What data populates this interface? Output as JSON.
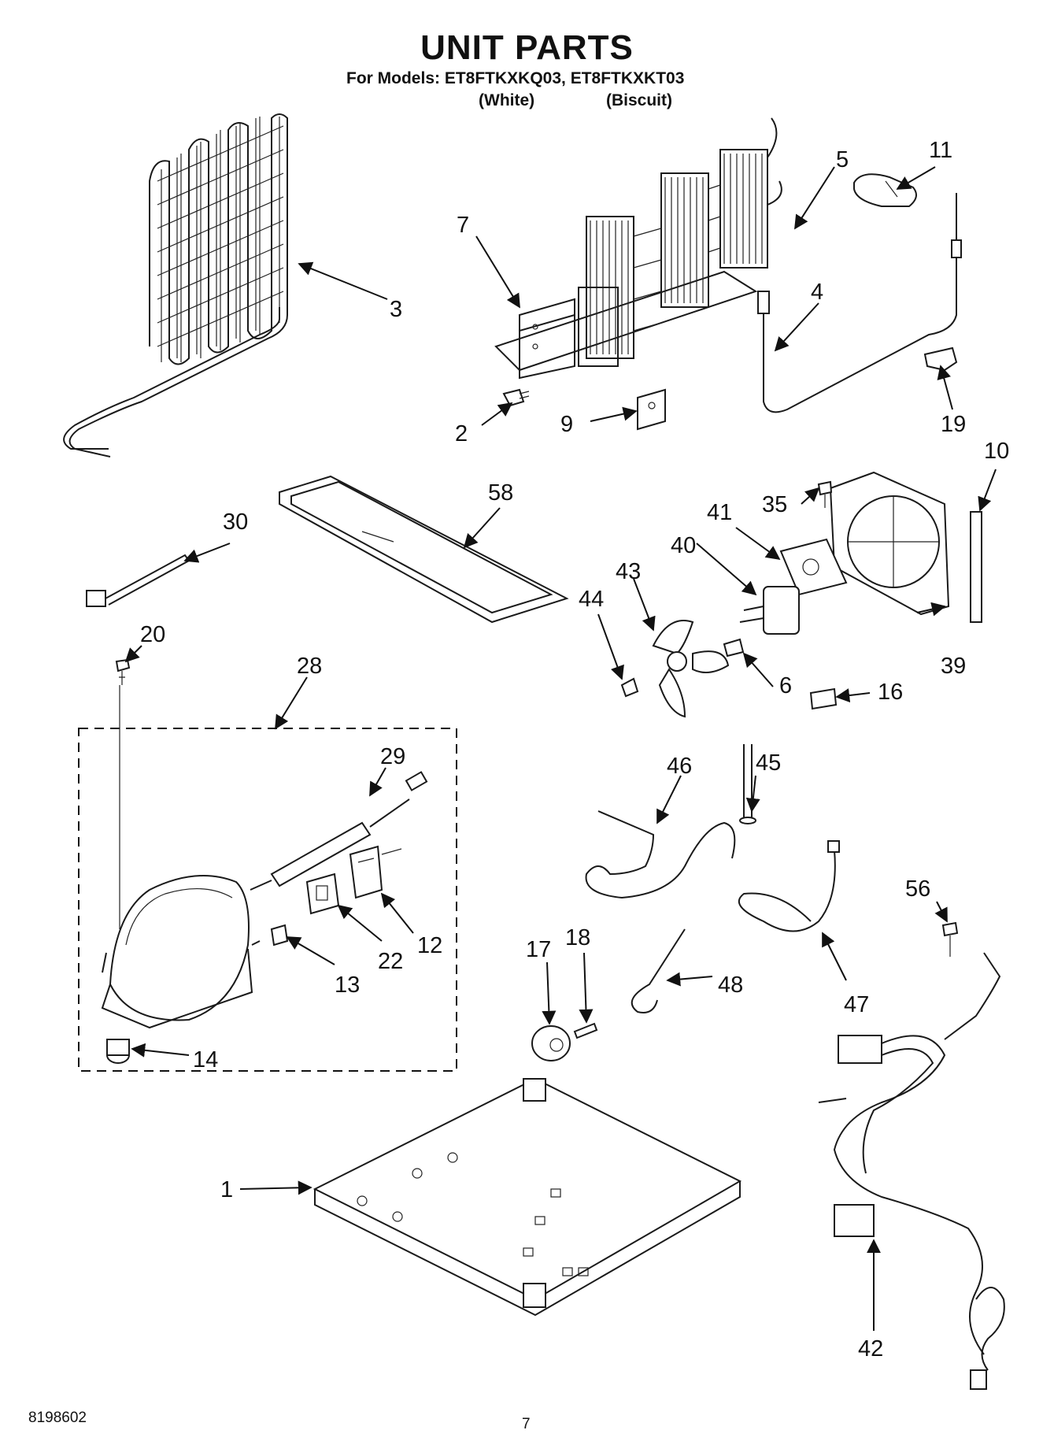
{
  "header": {
    "title": "UNIT PARTS",
    "models_line": "For Models: ET8FTKXKQ03, ET8FTKXKT03",
    "variant_1": "(White)",
    "variant_2": "(Biscuit)"
  },
  "footer": {
    "doc_number": "8198602",
    "page_number": "7"
  },
  "callouts": [
    {
      "id": "c1",
      "label": "1"
    },
    {
      "id": "c2",
      "label": "2"
    },
    {
      "id": "c3",
      "label": "3"
    },
    {
      "id": "c4",
      "label": "4"
    },
    {
      "id": "c5",
      "label": "5"
    },
    {
      "id": "c6",
      "label": "6"
    },
    {
      "id": "c7",
      "label": "7"
    },
    {
      "id": "c9",
      "label": "9"
    },
    {
      "id": "c10",
      "label": "10"
    },
    {
      "id": "c11",
      "label": "11"
    },
    {
      "id": "c12",
      "label": "12"
    },
    {
      "id": "c13",
      "label": "13"
    },
    {
      "id": "c14",
      "label": "14"
    },
    {
      "id": "c16",
      "label": "16"
    },
    {
      "id": "c17",
      "label": "17"
    },
    {
      "id": "c18",
      "label": "18"
    },
    {
      "id": "c19",
      "label": "19"
    },
    {
      "id": "c20",
      "label": "20"
    },
    {
      "id": "c22",
      "label": "22"
    },
    {
      "id": "c28",
      "label": "28"
    },
    {
      "id": "c29",
      "label": "29"
    },
    {
      "id": "c30",
      "label": "30"
    },
    {
      "id": "c35",
      "label": "35"
    },
    {
      "id": "c39",
      "label": "39"
    },
    {
      "id": "c40",
      "label": "40"
    },
    {
      "id": "c41",
      "label": "41"
    },
    {
      "id": "c42",
      "label": "42"
    },
    {
      "id": "c43",
      "label": "43"
    },
    {
      "id": "c44",
      "label": "44"
    },
    {
      "id": "c45",
      "label": "45"
    },
    {
      "id": "c46",
      "label": "46"
    },
    {
      "id": "c47",
      "label": "47"
    },
    {
      "id": "c48",
      "label": "48"
    },
    {
      "id": "c56",
      "label": "56"
    },
    {
      "id": "c58",
      "label": "58"
    }
  ]
}
